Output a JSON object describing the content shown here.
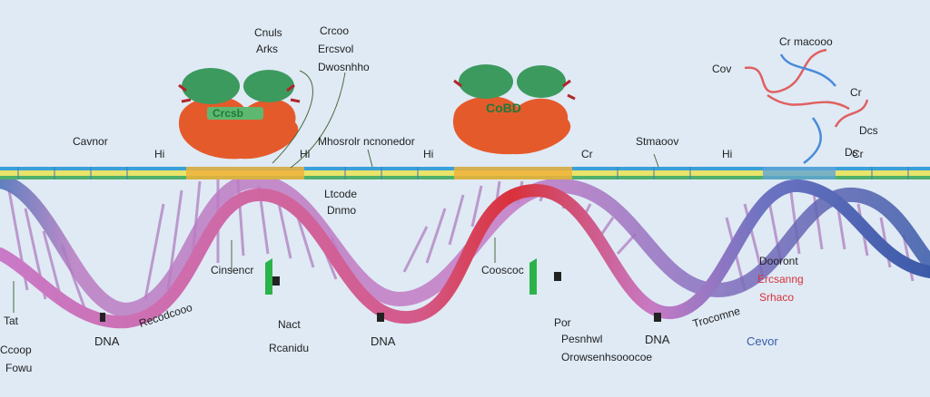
{
  "colors": {
    "background": "#dfeaf5",
    "strand_pink": "#c47ac4",
    "strand_red": "#d9313a",
    "strand_blue": "#3a5aa8",
    "protein_green": "#3c9a5f",
    "protein_orange": "#e55a2b"
  },
  "protein_left": {
    "lines": [
      "Cnuls",
      "Arks",
      "Crcoo",
      "Ercsvol",
      "Dwosnhho"
    ],
    "label": "Crcsb"
  },
  "protein_right": {
    "label": "CoBD"
  },
  "top_right": {
    "top": "Cr macooo",
    "left": "Cov",
    "r1": "Cr",
    "r2": "Dcs",
    "r3": "Ds"
  },
  "band_labels": [
    "Cavnor",
    "Hi",
    "Hi",
    "Mhosrolr ncnonedor",
    "Hi",
    "Cr",
    "Stmaoov",
    "Hi",
    "Cr"
  ],
  "mid_labels": {
    "tcodo": "Ltcode",
    "dnno": "Dnmo",
    "cinsen": "Cinsencr",
    "coosoc": "Cooscoc"
  },
  "bottom_labels": {
    "dna_left": "DNA",
    "dna_mid": "DNA",
    "dna_right": "DNA",
    "recoodoo": "Recodcooo",
    "rcanou": "Rcanidu",
    "act": "Nact",
    "por": "Por",
    "pesnhwi": "Pesnhwl",
    "owsenhs": "Orowsenhsooocoe",
    "trocm": "Trocomne",
    "cvor": "Cevor",
    "left_tat": "Tat",
    "left_ccoo": "Ccoop",
    "left_fow": "Fowu"
  },
  "right_block": {
    "l1": "Dooront",
    "l2": "Ercsanng",
    "l3": "Srhaco"
  }
}
